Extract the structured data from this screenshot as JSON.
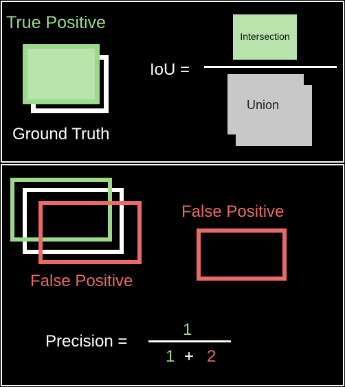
{
  "colors": {
    "background": "#000000",
    "frame": "#ffffff",
    "true_positive": "#9dd98a",
    "true_positive_fill": "#b8e3ac",
    "false_positive": "#ea6a66",
    "union_fill": "#c8c8c8"
  },
  "top_panel": {
    "true_positive_label": "True Positive",
    "ground_truth_label": "Ground Truth",
    "iou_label": "IoU =",
    "intersection_label": "Intersection",
    "union_label": "Union"
  },
  "bottom_panel": {
    "false_positive_label_right": "False Positive",
    "false_positive_label_left": "False Positive",
    "precision_label": "Precision =",
    "numerator": "1",
    "denominator_first": "1",
    "plus_sign": "+",
    "denominator_second": "2"
  }
}
